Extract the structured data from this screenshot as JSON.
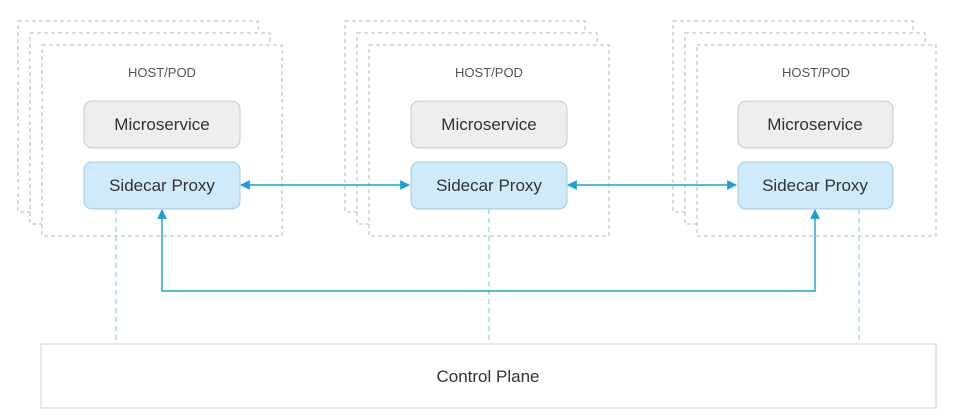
{
  "hosts": [
    {
      "label": "HOST/POD",
      "microservice": "Microservice",
      "proxy": "Sidecar Proxy"
    },
    {
      "label": "HOST/POD",
      "microservice": "Microservice",
      "proxy": "Sidecar Proxy"
    },
    {
      "label": "HOST/POD",
      "microservice": "Microservice",
      "proxy": "Sidecar Proxy"
    }
  ],
  "control_plane": {
    "label": "Control Plane"
  },
  "colors": {
    "dashed_border": "#b8b8b8",
    "microservice_fill": "#eeeeee",
    "microservice_stroke": "#c8c8c8",
    "proxy_fill": "#cfeafb",
    "proxy_stroke": "#9fcbe6",
    "arrow": "#1a9fd9",
    "control_plane_stroke": "#d0d0d0"
  }
}
